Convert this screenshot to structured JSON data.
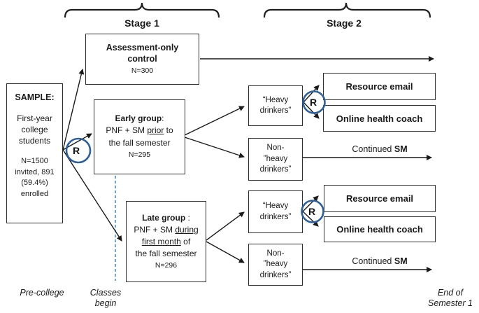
{
  "colors": {
    "randomizer_blue": "#2d5f9b",
    "dashed_blue": "#4a90d9",
    "line_black": "#1a1a1a"
  },
  "stages": {
    "stage1": "Stage 1",
    "stage2": "Stage 2"
  },
  "sample": {
    "title": "SAMPLE:",
    "line1": "First-year",
    "line2": "college",
    "line3": "students",
    "n_line1": "N=1500",
    "n_line2": "invited, 891",
    "n_line3": "(59.4%)",
    "n_line4": "enrolled"
  },
  "control": {
    "title_line1": "Assessment-only",
    "title_line2": "control",
    "n": "N=300"
  },
  "early": {
    "title": "Early group",
    "colon": ":",
    "l2a": "PNF + SM ",
    "l2b": "prior",
    "l2c": " to",
    "l3": "the fall semester",
    "n": "N=295"
  },
  "late": {
    "title": "Late group",
    "colon": " :",
    "l2a": "PNF + SM ",
    "l2b": "during",
    "l3a": "first month",
    "l3b": " of",
    "l4": "the fall semester",
    "n": "N=296"
  },
  "randomizer": {
    "letter": "R"
  },
  "stage2_top": {
    "heavy_l1": "“Heavy",
    "heavy_l2": "drinkers”",
    "nonheavy_l1": "Non-",
    "nonheavy_l2": "”heavy",
    "nonheavy_l3": "drinkers”",
    "resource": "Resource email",
    "coach": "Online health coach",
    "continued_a": "Continued ",
    "continued_b": "SM"
  },
  "stage2_bottom": {
    "heavy_l1": "“Heavy",
    "heavy_l2": "drinkers”",
    "nonheavy_l1": "Non-",
    "nonheavy_l2": "”heavy",
    "nonheavy_l3": "drinkers”",
    "resource": "Resource email",
    "coach": "Online health coach",
    "continued_a": "Continued ",
    "continued_b": "SM"
  },
  "timeline": {
    "pre_college": "Pre-college",
    "classes_l1": "Classes",
    "classes_l2": "begin",
    "end_l1": "End of",
    "end_l2": "Semester 1"
  }
}
